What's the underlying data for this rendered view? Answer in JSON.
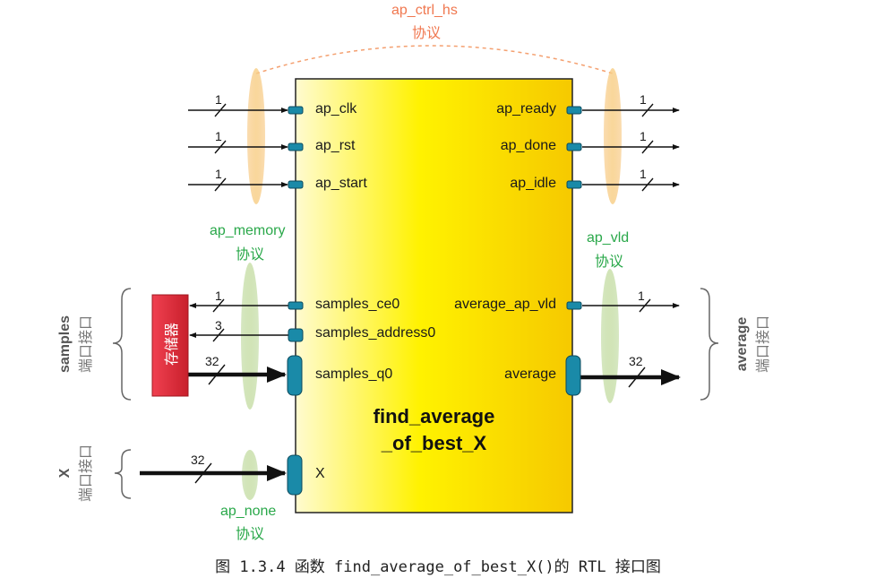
{
  "protocols": {
    "ctrl_name": "ap_ctrl_hs",
    "ctrl_sub": "协议",
    "memory_name": "ap_memory",
    "memory_sub": "协议",
    "vld_name": "ap_vld",
    "vld_sub": "协议",
    "none_name": "ap_none",
    "none_sub": "协议"
  },
  "module": {
    "line1": "find_average",
    "line2": "_of_best_X"
  },
  "ports_left": {
    "clk": "ap_clk",
    "rst": "ap_rst",
    "start": "ap_start",
    "ce0": "samples_ce0",
    "address0": "samples_address0",
    "q0": "samples_q0",
    "x": "X"
  },
  "ports_right": {
    "ready": "ap_ready",
    "done": "ap_done",
    "idle": "ap_idle",
    "vld": "average_ap_vld",
    "average": "average"
  },
  "bitwidths": {
    "clk": "1",
    "rst": "1",
    "start": "1",
    "ready": "1",
    "done": "1",
    "idle": "1",
    "ce0": "1",
    "address0": "3",
    "q0": "32",
    "vld": "1",
    "average": "32",
    "x": "32"
  },
  "memory_block": "存储器",
  "side_labels": {
    "samples_name": "samples",
    "samples_sub": "端口接口",
    "x_name": "X",
    "x_sub": "端口接口",
    "average_name": "average",
    "average_sub": "端口接口"
  },
  "caption": "图 1.3.4 函数 find_average_of_best_X()的 RTL 接口图",
  "colors": {
    "module_gradient_start": "#fff6a0",
    "module_gradient_end": "#f8d800",
    "port_pin": "#1a8aa8",
    "orange_protocol": "#f07850",
    "green_protocol": "#2aa84a",
    "memory_fill": "#e0303a"
  }
}
